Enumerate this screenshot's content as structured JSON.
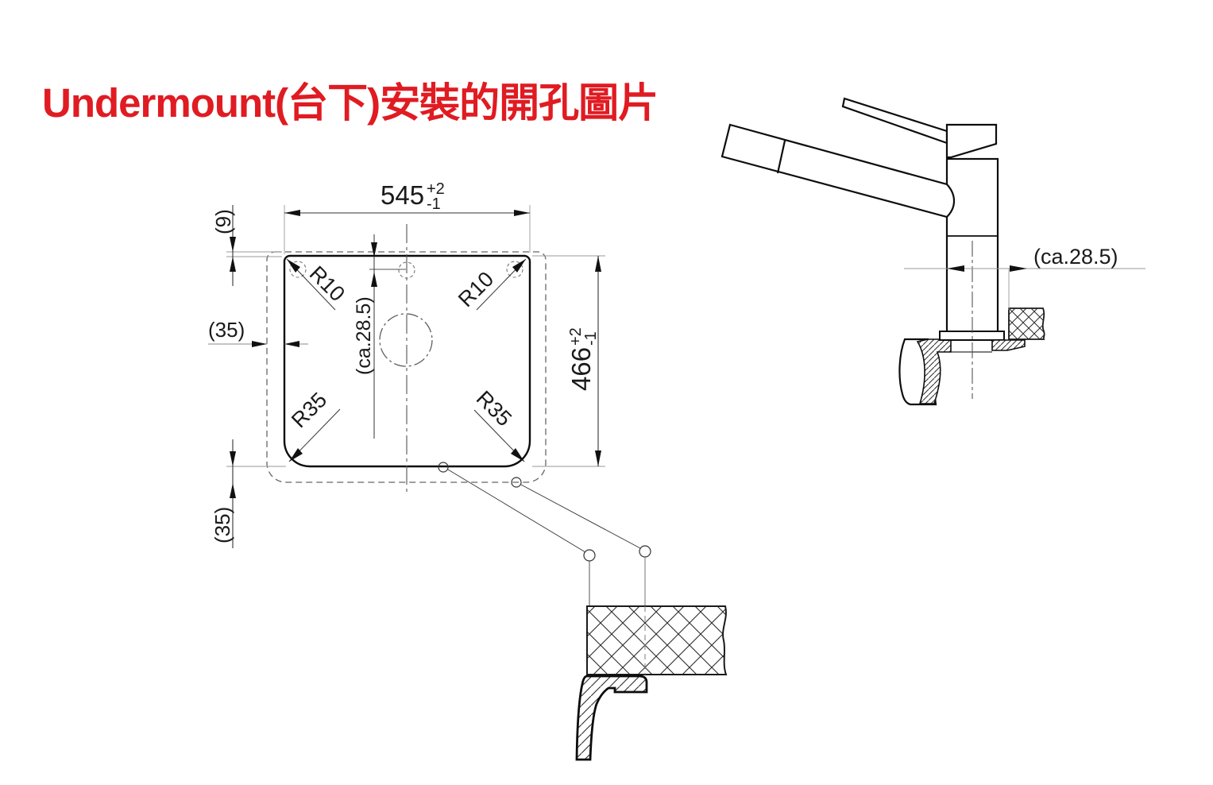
{
  "title": "Undermount(台下)安裝的開孔圖片",
  "colors": {
    "title_red": "#e01b22",
    "line_dark": "#0d0d0d",
    "line_mid": "#333333",
    "line_gray": "#999999"
  },
  "top_view": {
    "width_dim": {
      "value": "545",
      "plus": "+2",
      "minus": "-1"
    },
    "height_dim": {
      "value": "466",
      "plus": "+2",
      "minus": "-1"
    },
    "top_edge_offset": "(9)",
    "left_edge_offset": "(35)",
    "bottom_edge_offset": "(35)",
    "tap_hole_offset": "(ca.28.5)",
    "corner_radii": {
      "top_left": "R10",
      "top_right": "R10",
      "bottom_left": "R35",
      "bottom_right": "R35"
    }
  },
  "faucet_view": {
    "tap_hole_offset": "(ca.28.5)"
  }
}
